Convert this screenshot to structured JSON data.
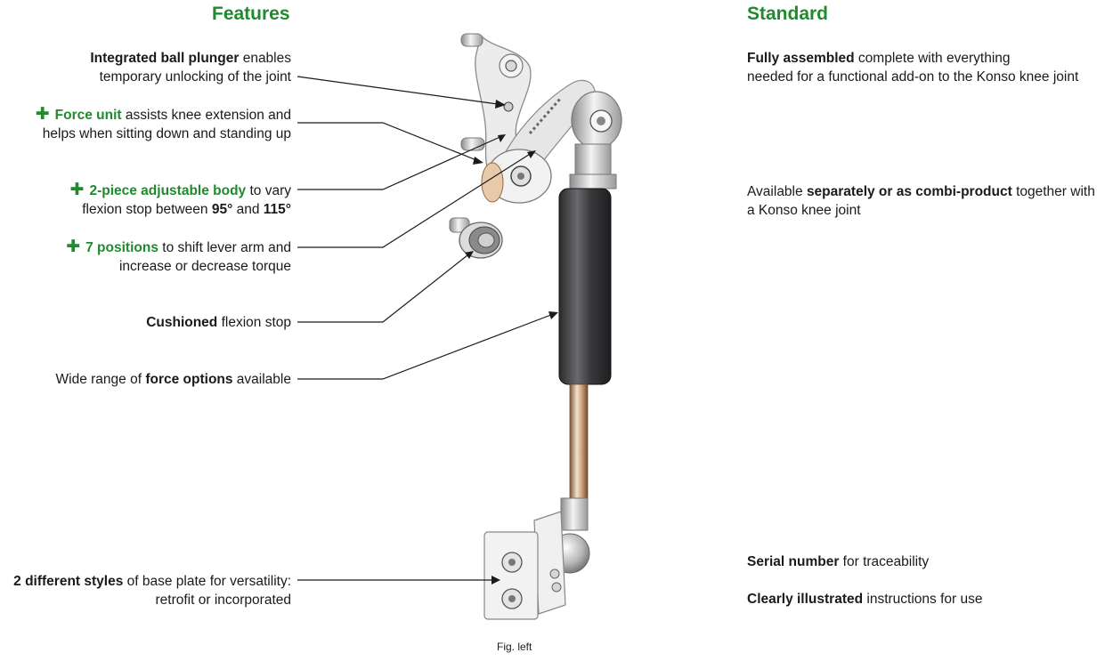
{
  "headings": {
    "features": "Features",
    "standard": "Standard"
  },
  "features": [
    {
      "bold": "Integrated ball plunger",
      "rest1": " enables",
      "line2": "temporary unlocking of the joint"
    },
    {
      "plus": "✚",
      "bold": "Force unit",
      "rest1": " assists knee extension and",
      "line2": "helps when sitting down and standing up"
    },
    {
      "plus": "✚",
      "bold": "2-piece adjustable body",
      "rest1": " to vary",
      "line2a": "flexion stop between ",
      "b1": "95°",
      "and": " and ",
      "b2": "115°"
    },
    {
      "plus": "✚",
      "bold": "7 positions",
      "rest1": " to shift lever arm and",
      "line2": "increase or decrease torque"
    },
    {
      "bold": "Cushioned",
      "rest1": " flexion stop"
    },
    {
      "pre": "Wide range of ",
      "bold": "force options",
      "rest1": " available"
    },
    {
      "bold": "2 different styles",
      "rest1": " of base plate for versatility:",
      "line2": "retrofit or incorporated"
    }
  ],
  "standard": [
    {
      "bold": "Fully assembled",
      "rest1": " complete with everything",
      "line2": "needed for a functional add-on to the Konso knee joint"
    },
    {
      "pre": "Available ",
      "bold": "separately or as combi-product",
      "rest1": " together with",
      "line2": "a Konso knee joint"
    },
    {
      "bold": "Serial number",
      "rest1": " for traceability"
    },
    {
      "bold": "Clearly illustrated",
      "rest1": " instructions for use"
    }
  ],
  "caption": "Fig. left",
  "colors": {
    "accent": "#1f8a2e",
    "text": "#1a1a1a",
    "cylinder": "#3a3a3c"
  }
}
